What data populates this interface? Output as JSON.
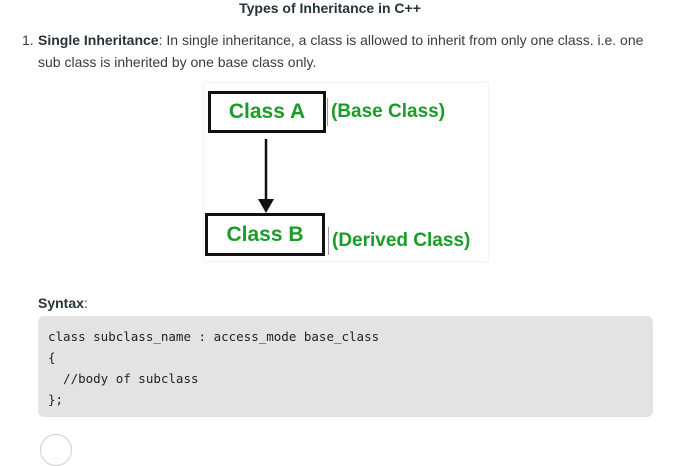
{
  "heading": "Types of Inheritance in C++",
  "item": {
    "number": "1.",
    "term": "Single Inheritance",
    "colon": ":",
    "text_line1": " In single inheritance, a class is allowed to inherit from only one class. i.e. one",
    "text_line2": "sub class is inherited by one base class only."
  },
  "diagram": {
    "box_a": "Class A",
    "label_a": "(Base Class)",
    "box_b": "Class B",
    "label_b": "(Derived Class)",
    "color": "#1a9c28"
  },
  "syntax": {
    "label": "Syntax",
    "colon": ":",
    "lines": [
      "class subclass_name : access_mode base_class",
      "{",
      "  //body of subclass",
      "};"
    ]
  }
}
